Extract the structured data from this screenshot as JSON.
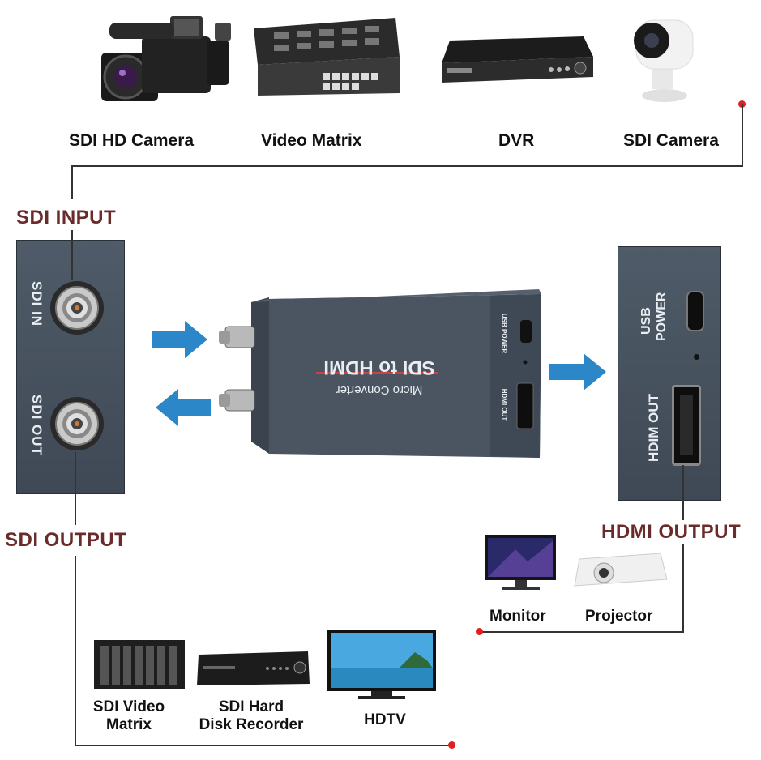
{
  "sources": [
    {
      "label": "SDI HD Camera"
    },
    {
      "label": "Video Matrix"
    },
    {
      "label": "DVR"
    },
    {
      "label": "SDI Camera"
    }
  ],
  "sections": {
    "sdi_input": "SDI INPUT",
    "sdi_output": "SDI OUTPUT",
    "hdmi_output": "HDMI OUTPUT"
  },
  "left_panel": {
    "sdi_in": "SDI IN",
    "sdi_out": "SDI OUT"
  },
  "right_panel": {
    "usb_power_line1": "USB",
    "usb_power_line2": "POWER",
    "hdmi_out": "HDIM OUT"
  },
  "device": {
    "title": "SDI to HDMI",
    "subtitle": "Micro Converter",
    "usb_power": "USB POWER",
    "hdmi_out": "HDMI OUT"
  },
  "hdmi_targets": [
    {
      "label": "Monitor"
    },
    {
      "label": "Projector"
    }
  ],
  "sdi_targets": [
    {
      "label_line1": "SDI Video",
      "label_line2": "Matrix"
    },
    {
      "label_line1": "SDI Hard",
      "label_line2": "Disk Recorder"
    },
    {
      "label_line1": "HDTV",
      "label_line2": ""
    }
  ],
  "colors": {
    "section_label": "#6b2b2b",
    "arrow": "#2b87c8",
    "panel": "#46515d",
    "connector_dot": "#e02020"
  }
}
